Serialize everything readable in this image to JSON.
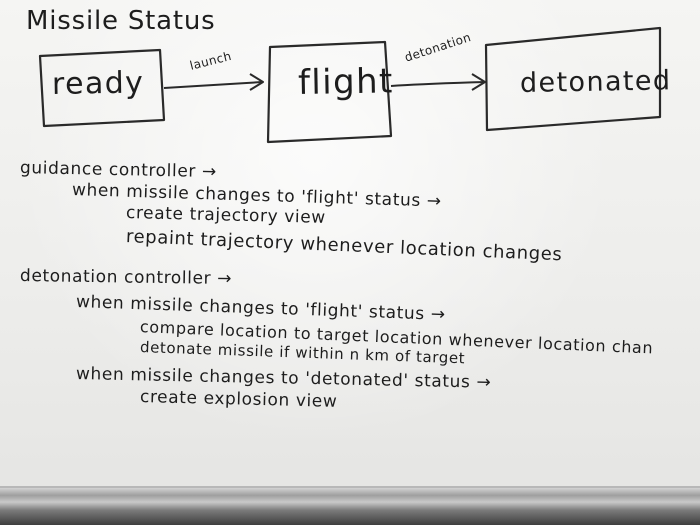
{
  "title": "Missile Status",
  "states": {
    "ready": "ready",
    "flight": "flight",
    "detonated": "detonated"
  },
  "transitions": {
    "launch": "launch",
    "detonation": "detonation"
  },
  "notes": [
    "guidance controller →",
    "when missile changes to 'flight' status →",
    "create trajectory view",
    "repaint trajectory whenever location changes",
    "detonation controller →",
    "when missile changes to 'flight' status →",
    "compare location to target location whenever location chan",
    "detonate missile if within n km of target",
    "when missile changes to 'detonated' status →",
    "create explosion view"
  ],
  "colors": {
    "ink": "#1d1d1d",
    "board": "#f1f1ef",
    "tray": "#8a8a8a"
  }
}
